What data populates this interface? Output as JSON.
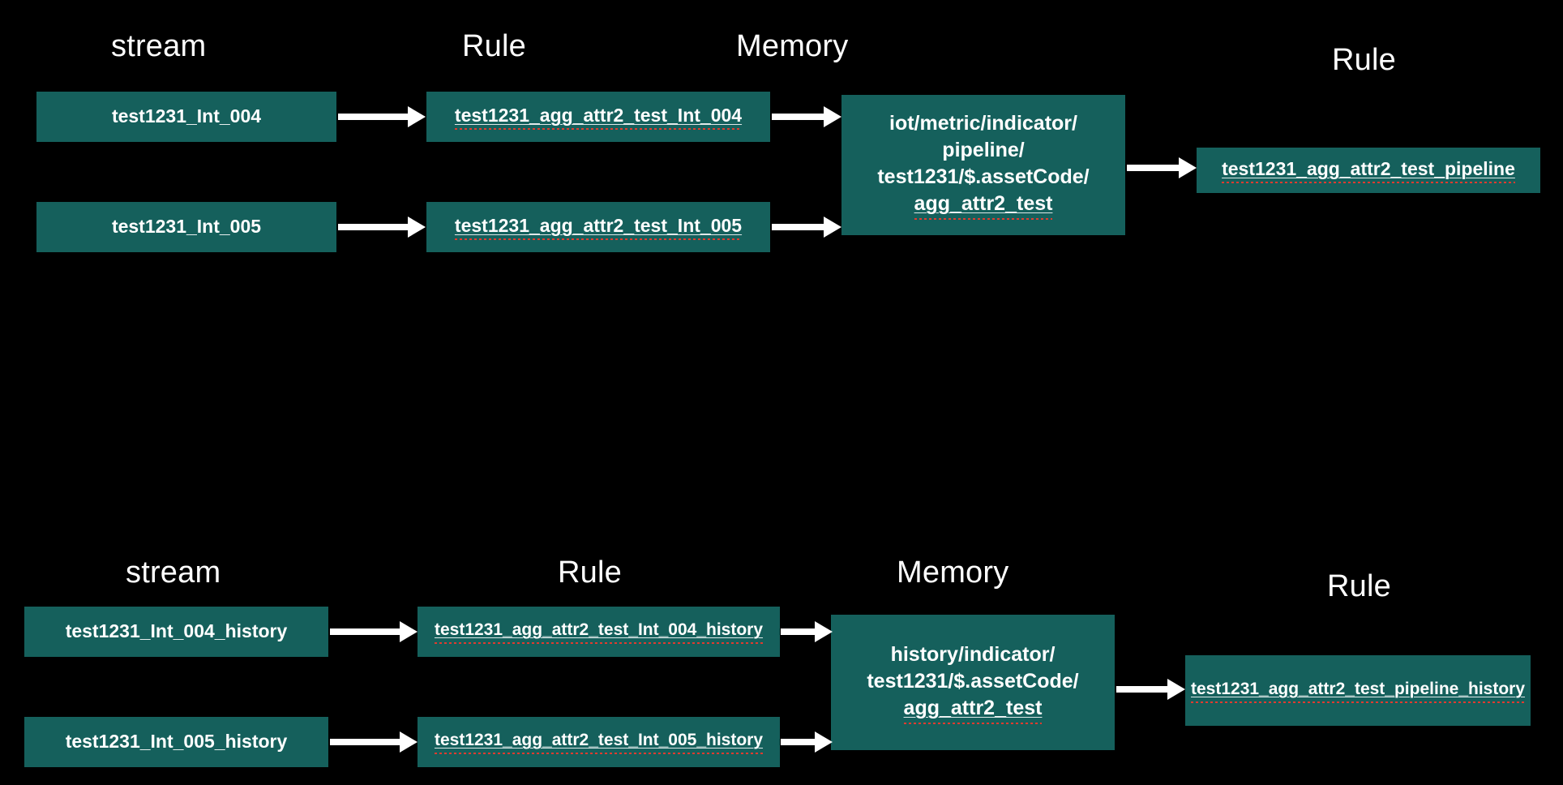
{
  "diagram": {
    "background_color": "#000000",
    "node_color": "#15605c",
    "text_color": "#ffffff",
    "spellcheck_underline_color": "#e03b2f",
    "arrow_color": "#ffffff",
    "sections": [
      {
        "name": "realtime-pipeline",
        "labels": {
          "stream": "stream",
          "rule": "Rule",
          "memory": "Memory",
          "rule_out": "Rule"
        },
        "streams": [
          "test1231_Int_004",
          "test1231_Int_005"
        ],
        "rules": [
          "test1231_agg_attr2_test_Int_004",
          "test1231_agg_attr2_test_Int_005"
        ],
        "memory": "iot/metric/indicator/pipeline/test1231/$.assetCode/agg_attr2_test",
        "memory_lines": [
          "iot/metric/indicator/",
          "pipeline/",
          "test1231/$.assetCode/",
          "agg_attr2_test"
        ],
        "rule_out": "test1231_agg_attr2_test_pipeline"
      },
      {
        "name": "history-pipeline",
        "labels": {
          "stream": "stream",
          "rule": "Rule",
          "memory": "Memory",
          "rule_out": "Rule"
        },
        "streams": [
          "test1231_Int_004_history",
          "test1231_Int_005_history"
        ],
        "rules": [
          "test1231_agg_attr2_test_Int_004_history",
          "test1231_agg_attr2_test_Int_005_history"
        ],
        "memory": "history/indicator/test1231/$.assetCode/agg_attr2_test",
        "memory_lines": [
          "history/indicator/",
          "test1231/$.assetCode/",
          "agg_attr2_test"
        ],
        "rule_out": "test1231_agg_attr2_test_pipeline_history"
      }
    ]
  }
}
